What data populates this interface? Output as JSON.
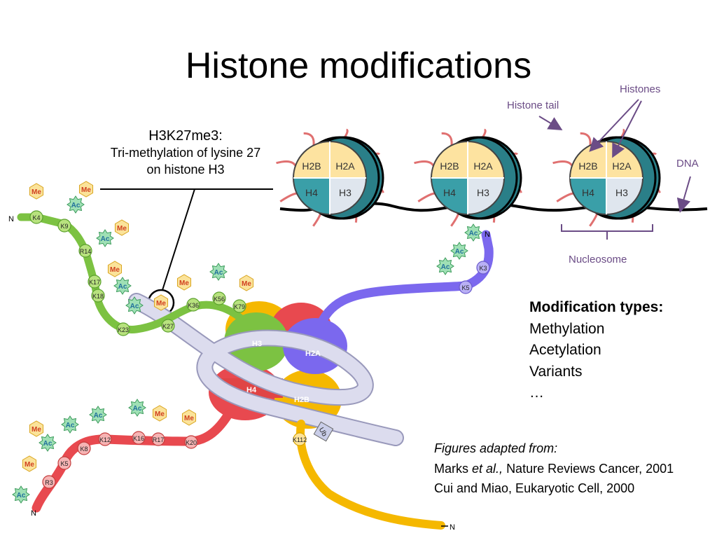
{
  "slide": {
    "title": "Histone modifications"
  },
  "annotation": {
    "line1": "H3K27me3:",
    "line2": "Tri-methylation of lysine 27",
    "line3": "on histone H3"
  },
  "modification_types": {
    "heading": "Modification types:",
    "items": [
      "Methylation",
      "Acetylation",
      "Variants",
      "…"
    ]
  },
  "credits": {
    "heading": "Figures adapted from:",
    "ref1_author": "Marks",
    "ref1_etal": "et al.,",
    "ref1_rest": "Nature Reviews Cancer, 2001",
    "ref2": "Cui and Miao, Eukaryotic Cell, 2000"
  },
  "nucleosome_diagram": {
    "labels": {
      "histones": "Histones",
      "histone_tail": "Histone tail",
      "dna": "DNA",
      "nucleosome": "Nucleosome"
    },
    "core_histones": [
      "H2B",
      "H2A",
      "H4",
      "H3"
    ]
  },
  "tails": {
    "h3": {
      "terminus": "N",
      "residues": [
        "K4",
        "K9",
        "R14",
        "K17",
        "K18",
        "K23",
        "K27",
        "K36",
        "K56",
        "K79"
      ]
    },
    "h4": {
      "terminus": "N",
      "residues": [
        "R3",
        "K5",
        "K8",
        "K12",
        "K16",
        "R17",
        "K20"
      ]
    },
    "h2a": {
      "terminus": "N",
      "residues": [
        "K3",
        "K5"
      ]
    },
    "h2b": {
      "terminus": "N",
      "residues": [
        "K112"
      ],
      "ubiquitin": "Ub"
    },
    "core_labels": [
      "H3",
      "H2A",
      "H4",
      "H2B"
    ],
    "mark_me": "Me",
    "mark_ac": "Ac"
  },
  "colors": {
    "h3": "#7cc242",
    "h2a": "#7b68ee",
    "h4": "#e8494f",
    "h2b": "#f5b800",
    "dna_ribbon": "#d8d8ec",
    "me_fill": "#fbe39a",
    "me_text": "#d04020",
    "ac_fill": "#9fe0b5",
    "ac_text": "#1f6f9c",
    "label_purple": "#6b4c86"
  }
}
